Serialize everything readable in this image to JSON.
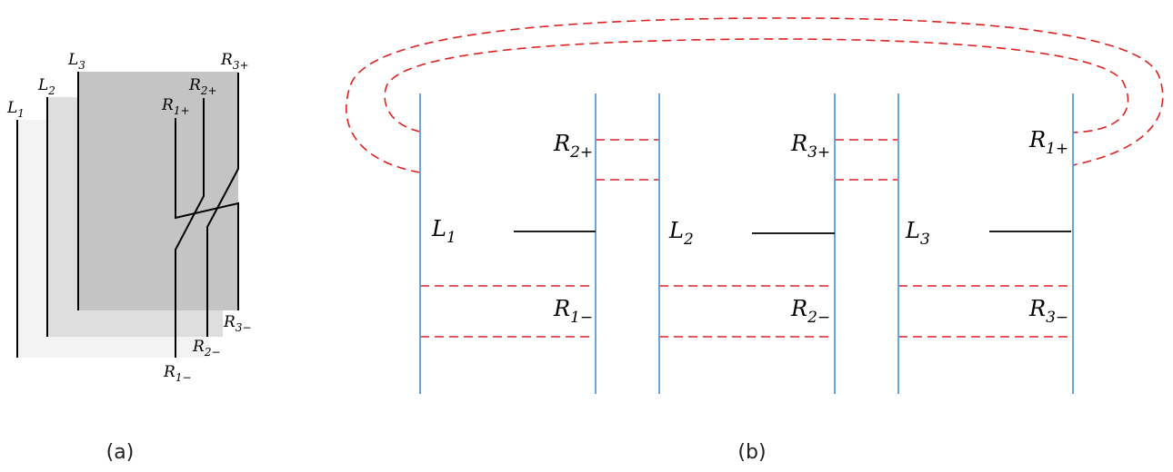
{
  "captions": {
    "a": "(a)",
    "b": "(b)"
  },
  "panel_a": {
    "labels": {
      "L1": {
        "main": "L",
        "sub": "1"
      },
      "L2": {
        "main": "L",
        "sub": "2"
      },
      "L3": {
        "main": "L",
        "sub": "3"
      },
      "R1p": {
        "main": "R",
        "sub": "1+"
      },
      "R2p": {
        "main": "R",
        "sub": "2+"
      },
      "R3p": {
        "main": "R",
        "sub": "3+"
      },
      "R1m": {
        "main": "R",
        "sub": "1−"
      },
      "R2m": {
        "main": "R",
        "sub": "2−"
      },
      "R3m": {
        "main": "R",
        "sub": "3−"
      }
    },
    "sheet_colors": [
      "#f3f3f3",
      "#dedede",
      "#c4c4c4"
    ],
    "line_color": "#000000"
  },
  "panel_b": {
    "labels": {
      "L1": {
        "main": "L",
        "sub": "1"
      },
      "L2": {
        "main": "L",
        "sub": "2"
      },
      "L3": {
        "main": "L",
        "sub": "3"
      },
      "R2p": {
        "main": "R",
        "sub": "2+"
      },
      "R3p": {
        "main": "R",
        "sub": "3+"
      },
      "R1p": {
        "main": "R",
        "sub": "1+"
      },
      "R1m": {
        "main": "R",
        "sub": "1−"
      },
      "R2m": {
        "main": "R",
        "sub": "2−"
      },
      "R3m": {
        "main": "R",
        "sub": "3−"
      }
    },
    "colors": {
      "vertical": "#5b9bd5",
      "dashed": "#e02020",
      "segment": "#000000"
    }
  }
}
